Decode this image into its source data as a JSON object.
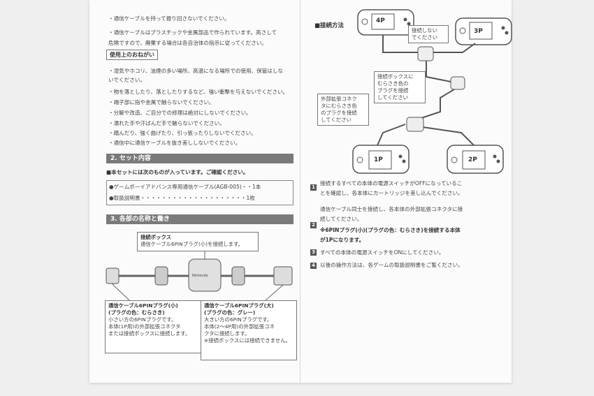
{
  "left_page": {
    "intro_lines": [
      "・通信ケーブルを持って振り回さないでください。",
      "・通信ケーブルはプラスチックや金属部品で作られています。高さして",
      "  危険ですので、廃棄する場合は各自治体の指示に従ってください。"
    ],
    "usage_header": "使用上のおねがい",
    "usage_lines": [
      "・湿気やホコリ、油煙の多い場所、高温になる場所での使用、保管はしな",
      "  いでください。",
      "・物を落としたり、落としたりするなど、強い衝撃を与えないでください。",
      "・端子部に指や金属で触らないでください。",
      "・分解や改造、ご自分での修理は絶対にしないでください。",
      "・濡れた手や汗ばんだ手で触らないでください。",
      "・踏んだり、強く曲げたり、引っ張ったりしないでください。",
      "・通信中に通信ケーブルを抜き差ししないでください。"
    ],
    "section2_title": "2. セット内容",
    "section2_lead": "■本セットには次のものが入っています。ご確認ください。",
    "contents": [
      "●ゲームボーイアドバンス専用通信ケーブル(AGB-005)・・1本",
      "●取扱説明書・・・・・・・・・・・・・・・・・・・・1枚"
    ],
    "section3_title": "3. 各部の名称と働き",
    "connector_box_title": "接続ボックス",
    "connector_box_desc": "通信ケーブル6PINプラグ(小)を接続します。",
    "plug_small_title": "通信ケーブル6PINプラグ(小)",
    "plug_small_color": "(プラグの色：むらさき)",
    "plug_small_lines": [
      "小さい方の6PINプラグです。",
      "本体(1P用)の外部拡張コネクタ",
      "または接続ボックスに接続します。"
    ],
    "plug_large_title": "通信ケーブル6PINプラグ(大)",
    "plug_large_color": "(プラグの色：グレー)",
    "plug_large_lines": [
      "大きい方の6PINプラグです。",
      "本体(2～4P用)の外部拡張コネ",
      "クタに接続します。",
      "※接続ボックスには接続できません。"
    ],
    "box_logo": "Nintendo"
  },
  "right_page": {
    "method_header": "■接続方法",
    "player_labels": [
      "4P",
      "3P",
      "1P",
      "2P"
    ],
    "callout_no_connect": [
      "接続しない",
      "でください"
    ],
    "callout_box": [
      "接続ボックスに",
      "むらさき色の",
      "プラグを接続",
      "してください"
    ],
    "callout_ext": [
      "外部拡張コネク",
      "タにむらさき色",
      "のプラグを接続",
      "してください"
    ],
    "steps": [
      {
        "n": "1",
        "lines": [
          "接続するすべての本体の電源スイッチがOFFになっているこ",
          "とを確認し、各本体にカートリッジを差し込んでください。"
        ]
      },
      {
        "n": "2",
        "lines": [
          "通信ケーブル同士を接続し、各本体の外部拡張コネクタに接",
          "続してください。",
          "※6PINプラグ(小)(プラグの色：むらさき)を接続する本体",
          "  が1Pになります。"
        ]
      },
      {
        "n": "3",
        "lines": [
          "すべての本体の電源スイッチをONにしてください。"
        ]
      },
      {
        "n": "4",
        "lines": [
          "以後の操作方法は、各ゲームの取扱説明書をご覧ください。"
        ]
      }
    ]
  }
}
